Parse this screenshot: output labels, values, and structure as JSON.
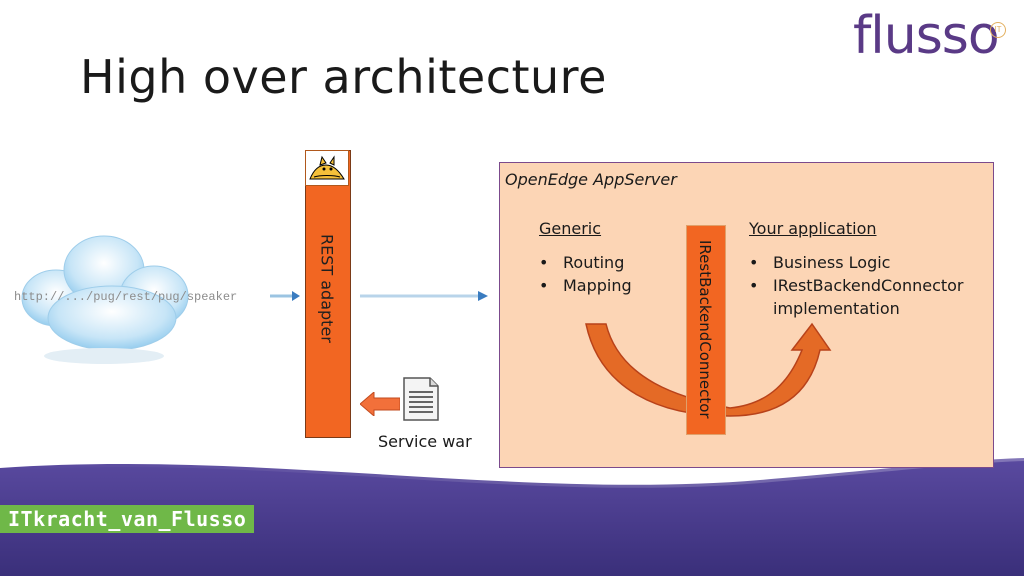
{
  "slide": {
    "title": "High over architecture",
    "logo": {
      "text": "flusso",
      "mark": "IT"
    },
    "footer": {
      "badge": "ITkracht_van_Flusso"
    }
  },
  "diagram": {
    "cloud": {
      "url": "http://.../pug/rest/pug/speaker",
      "icon": "cloud-icon"
    },
    "rest_adapter": {
      "label": "REST adapter",
      "icon": "tomcat-icon"
    },
    "appserver": {
      "title": "OpenEdge AppServer",
      "generic": {
        "heading": "Generic",
        "items": [
          "Routing",
          "Mapping"
        ]
      },
      "your_application": {
        "heading": "Your application",
        "items": [
          "Business Logic",
          "IRestBackendConnector implementation"
        ]
      },
      "connector": {
        "label": "IRestBackendConnector"
      }
    },
    "service_war": {
      "label": "Service war",
      "icon": "document-icon"
    }
  },
  "colors": {
    "accent": "#f26622",
    "box_fill": "#fcd5b5",
    "box_border": "#7b4a8c",
    "logo": "#5a3a86",
    "footer_badge": "#6fb848",
    "wave": "#4a3a8c"
  }
}
